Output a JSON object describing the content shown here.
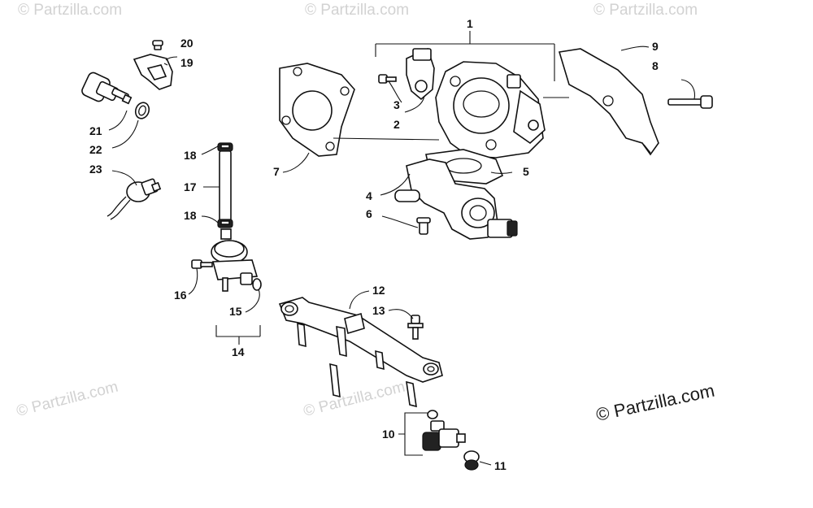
{
  "watermarks": {
    "small": "© Partzilla.com",
    "main": "© Partzilla.com"
  },
  "callouts": {
    "c1": "1",
    "c2": "2",
    "c3": "3",
    "c4": "4",
    "c5": "5",
    "c6": "6",
    "c7": "7",
    "c8": "8",
    "c9": "9",
    "c10": "10",
    "c11": "11",
    "c12": "12",
    "c13": "13",
    "c14": "14",
    "c15": "15",
    "c16": "16",
    "c17": "17",
    "c18a": "18",
    "c18b": "18",
    "c19": "19",
    "c20": "20",
    "c21": "21",
    "c22": "22",
    "c23": "23"
  }
}
